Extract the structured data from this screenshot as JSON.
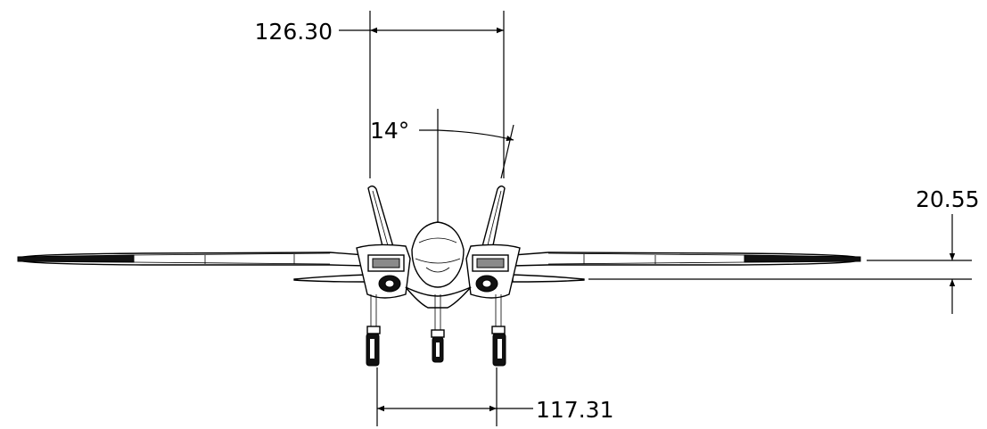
{
  "drawing": {
    "view": "front",
    "dimensions": {
      "tail_span": {
        "value": "126.30"
      },
      "tail_cant": {
        "value": "14°"
      },
      "wing_height": {
        "value": "20.55"
      },
      "gear_track": {
        "value": "117.31"
      }
    },
    "colors": {
      "line": "#000000",
      "background": "#ffffff"
    }
  }
}
